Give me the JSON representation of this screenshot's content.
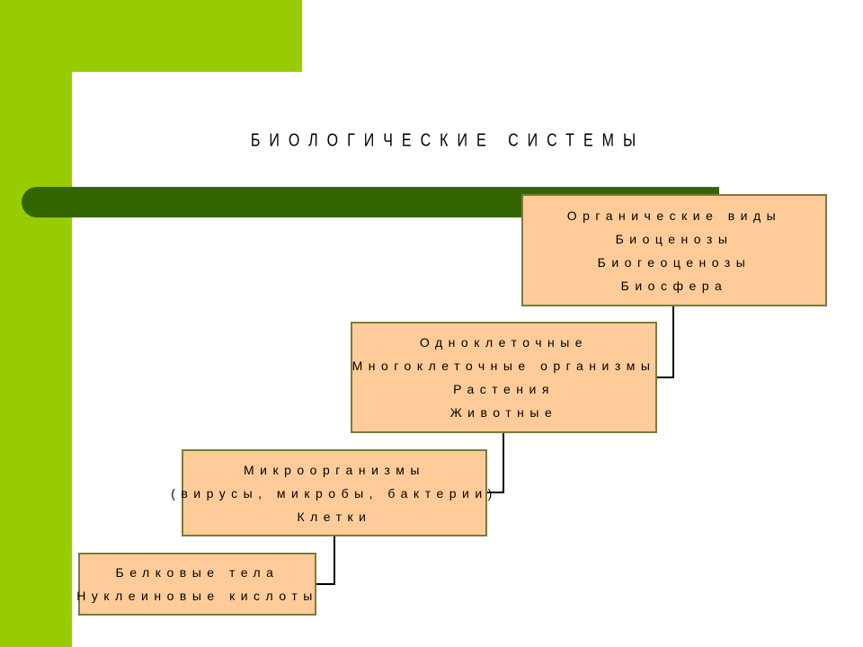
{
  "title": "БИОЛОГИЧЕСКИЕ СИСТЕМЫ",
  "colors": {
    "background_accent": "#99cc00",
    "bar": "#336600",
    "box_fill": "#ffcc99",
    "box_border": "#7a7a3a",
    "connector": "#000000"
  },
  "levels": [
    {
      "lines": [
        "Органические виды",
        "Биоценозы",
        "Биогеоценозы",
        "Биосфера"
      ]
    },
    {
      "lines": [
        "Одноклеточные",
        "Многоклеточные организмы",
        "Растения",
        "Животные"
      ]
    },
    {
      "lines": [
        "Микроорганизмы",
        "(вирусы, микробы, бактерии)",
        "Клетки"
      ]
    },
    {
      "lines": [
        "Белковые тела",
        "Нуклеиновые кислоты"
      ]
    }
  ]
}
